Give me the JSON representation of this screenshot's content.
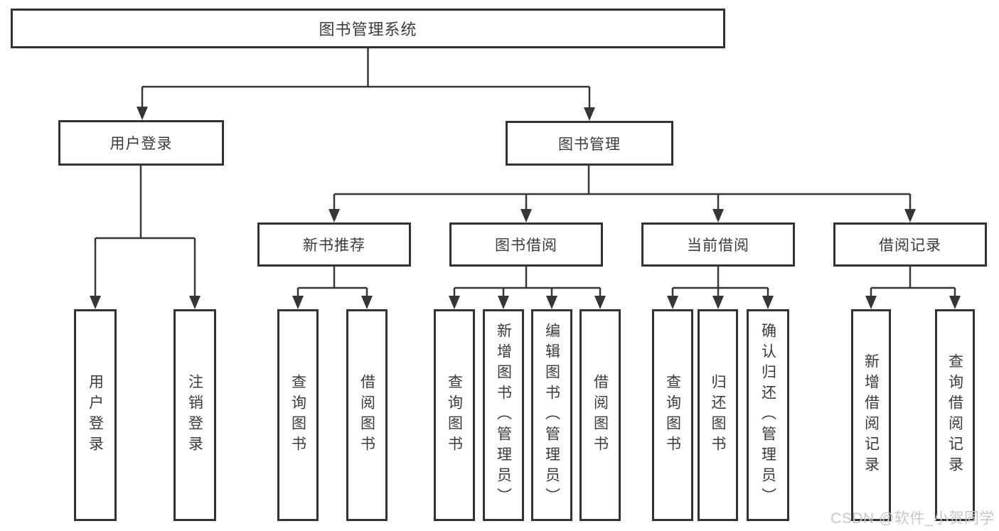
{
  "diagram": {
    "type": "hierarchy",
    "nodes": {
      "root": "图书管理系统",
      "user_login": "用户登录",
      "book_mgmt": "图书管理",
      "new_book_rec": "新书推荐",
      "book_borrow": "图书借阅",
      "cur_borrow": "当前借阅",
      "borrow_rec": "借阅记录",
      "leaf_user_login": "用户登录",
      "leaf_logout": "注销登录",
      "leaf_rec_query": "查询图书",
      "leaf_rec_borrow": "借阅图书",
      "leaf_bb_query": "查询图书",
      "leaf_bb_add": "新增图书（管理员）",
      "leaf_bb_edit": "编辑图书（管理员）",
      "leaf_bb_borrow": "借阅图书",
      "leaf_cb_query": "查询图书",
      "leaf_cb_return": "归还图书",
      "leaf_cb_confirm": "确认归还（管理员）",
      "leaf_br_add": "新增借阅记录",
      "leaf_br_query": "查询借阅记录"
    },
    "edges": [
      [
        "图书管理系统",
        "用户登录"
      ],
      [
        "图书管理系统",
        "图书管理"
      ],
      [
        "用户登录",
        "用户登录(叶)"
      ],
      [
        "用户登录",
        "注销登录"
      ],
      [
        "图书管理",
        "新书推荐"
      ],
      [
        "图书管理",
        "图书借阅"
      ],
      [
        "图书管理",
        "当前借阅"
      ],
      [
        "图书管理",
        "借阅记录"
      ],
      [
        "新书推荐",
        "查询图书"
      ],
      [
        "新书推荐",
        "借阅图书"
      ],
      [
        "图书借阅",
        "查询图书"
      ],
      [
        "图书借阅",
        "新增图书（管理员）"
      ],
      [
        "图书借阅",
        "编辑图书（管理员）"
      ],
      [
        "图书借阅",
        "借阅图书"
      ],
      [
        "当前借阅",
        "查询图书"
      ],
      [
        "当前借阅",
        "归还图书"
      ],
      [
        "当前借阅",
        "确认归还（管理员）"
      ],
      [
        "借阅记录",
        "新增借阅记录"
      ],
      [
        "借阅记录",
        "查询借阅记录"
      ]
    ],
    "colors": {
      "line": "#363636",
      "box_border": "#333333",
      "text": "#3b3b3b",
      "watermark": "#c7c7c7",
      "background": "#ffffff"
    }
  },
  "watermark": "CSDN @软件_小贺同学"
}
